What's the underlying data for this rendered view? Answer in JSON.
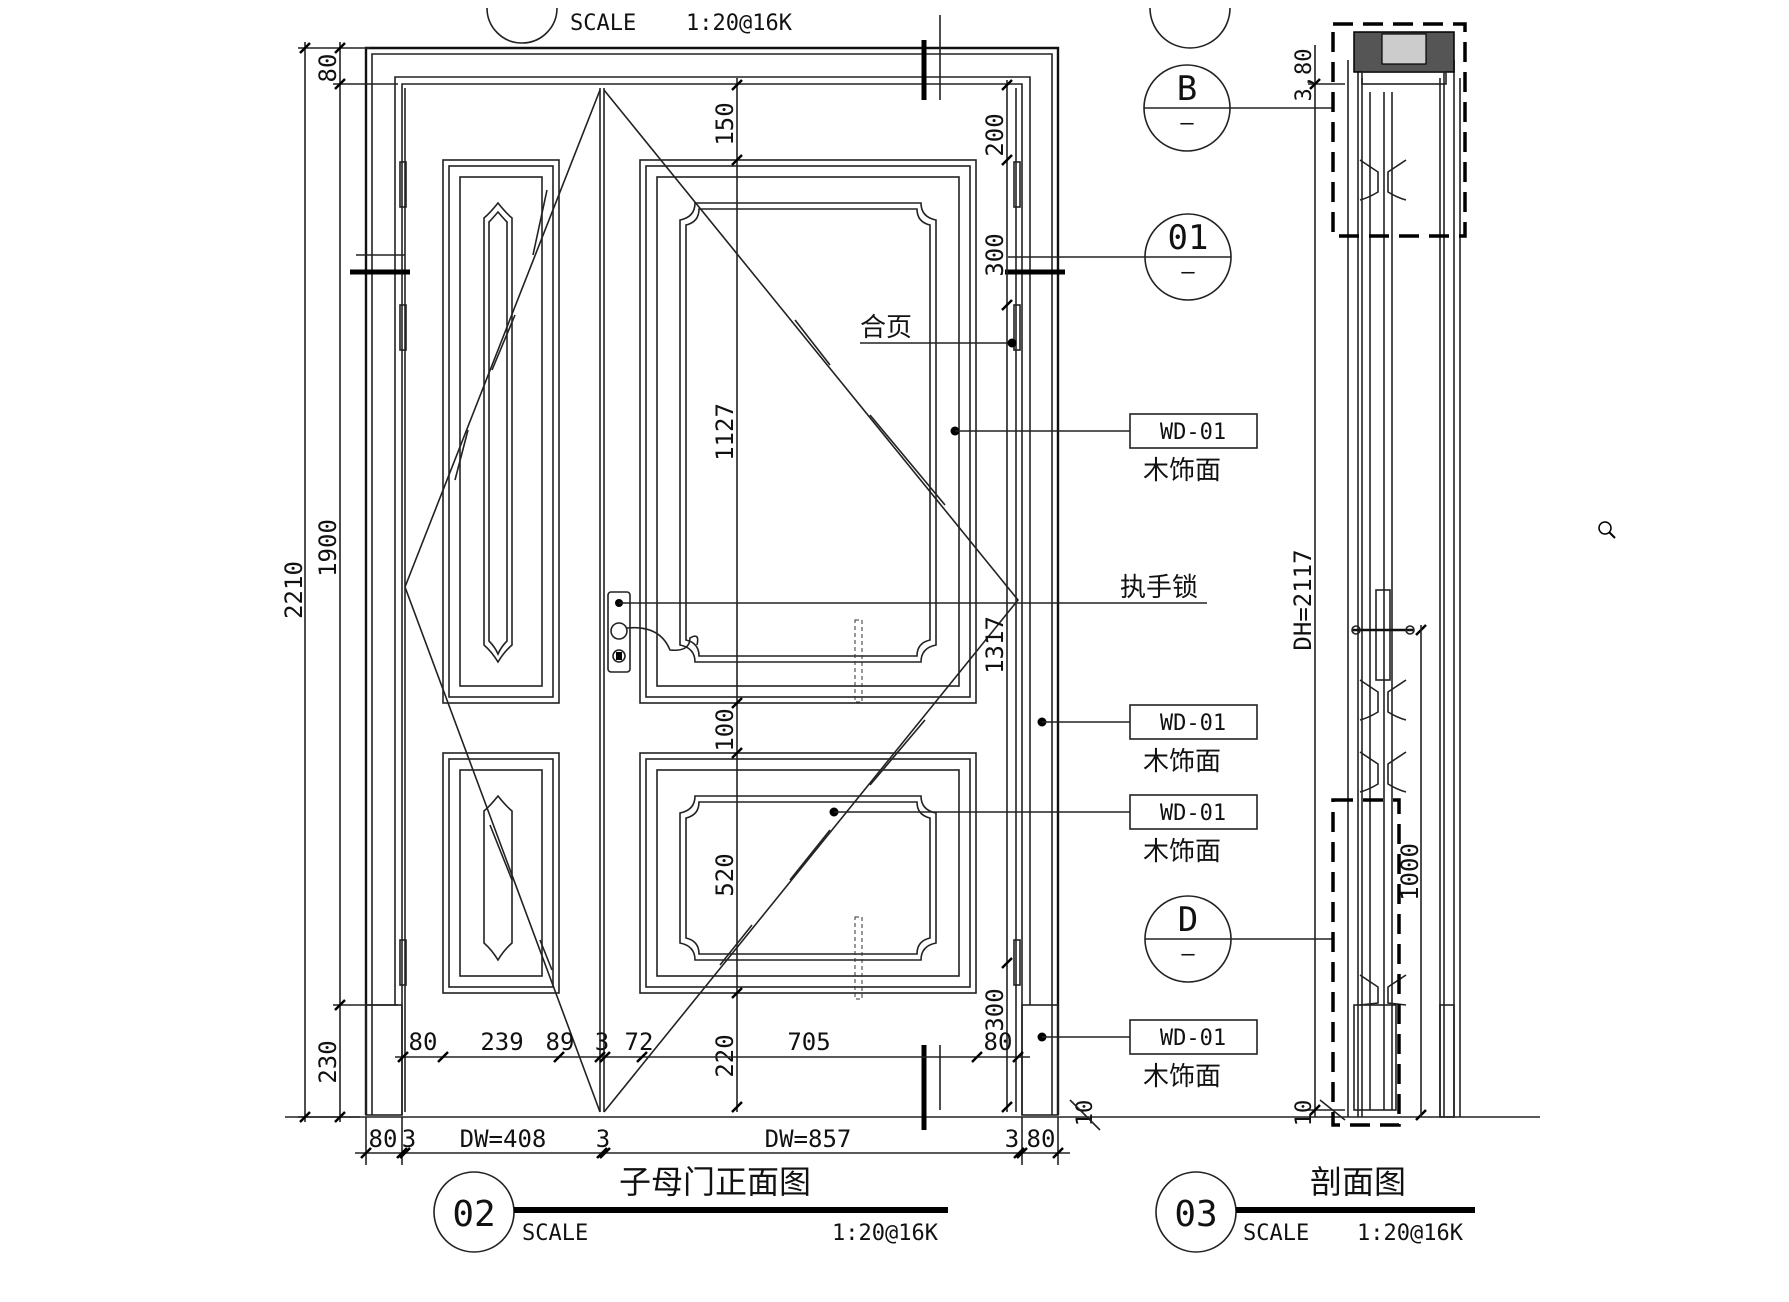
{
  "callouts": {
    "b": {
      "letter": "B",
      "sub": "–"
    },
    "o1": {
      "letter": "01",
      "sub": "–"
    },
    "d": {
      "letter": "D",
      "sub": "–"
    }
  },
  "labels": {
    "hinge": "合页",
    "handle_lock": "执手锁",
    "wd": "WD-01",
    "wood_finish": "木饰面"
  },
  "dims": {
    "h80": "80",
    "h1900": "1900",
    "h2210": "2210",
    "h230": "230",
    "h150": "150",
    "h1127": "1127",
    "h100": "100",
    "h520": "520",
    "h220": "220",
    "h200": "200",
    "h300a": "300",
    "h1317": "1317",
    "h300b": "300",
    "w80a": "80",
    "w239": "239",
    "w89": "89",
    "w3a": "3",
    "w72": "72",
    "w705": "705",
    "w80b": "80",
    "b80": "80",
    "b3": "3",
    "dw408": "DW=408",
    "b3m": "3",
    "dw857": "DW=857",
    "b3r": "3",
    "b80r": "80",
    "r10": "10",
    "s380": "3,80",
    "dh": "DH=2117",
    "s1000": "1000",
    "s10": "10"
  },
  "titles": {
    "top_scale": "SCALE",
    "top_ratio": "1:20@16K",
    "front_num": "02",
    "front_title": "子母门正面图",
    "front_scale": "SCALE",
    "front_ratio": "1:20@16K",
    "section_num": "03",
    "section_title": "剖面图",
    "section_scale": "SCALE",
    "section_ratio": "1:20@16K"
  },
  "icons": {
    "zoom": "magnifier-icon"
  },
  "colors": {
    "line": "#000000",
    "background": "#ffffff"
  }
}
